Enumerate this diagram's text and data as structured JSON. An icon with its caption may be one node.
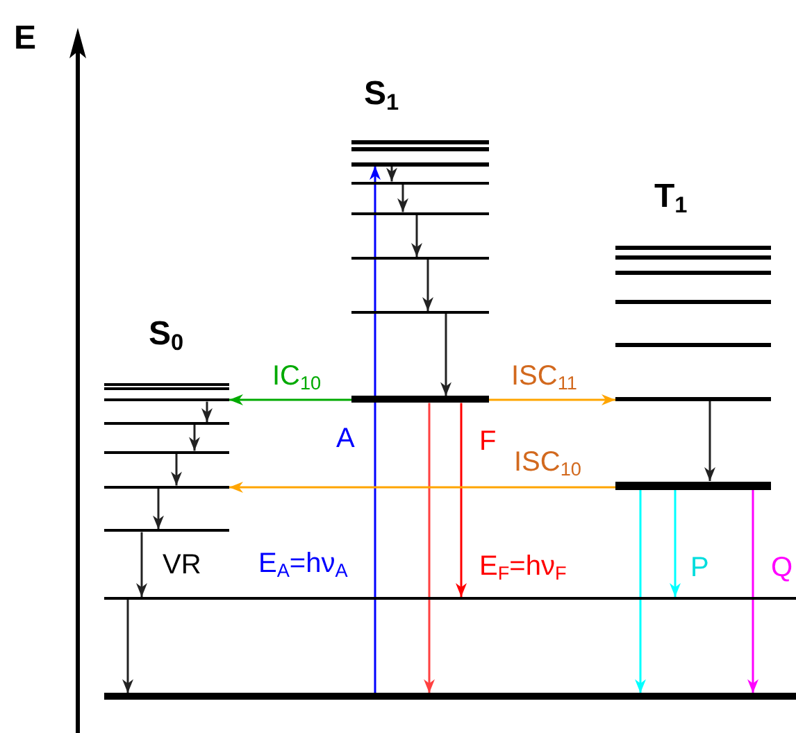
{
  "diagram": {
    "nodes": [
      {
        "text": [],
        "shape": "bar"
      },
      {
        "text": [],
        "shape": "bar"
      },
      {
        "text": [],
        "shape": "bar"
      },
      {
        "text": [],
        "shape": "bar"
      },
      {
        "text": [],
        "shape": "bar"
      },
      {
        "text": [],
        "shape": "bar"
      },
      {
        "text": [],
        "shape": "bar"
      },
      {
        "text": [],
        "shape": "bar"
      },
      {
        "text": [],
        "shape": "bar"
      },
      {
        "text": [],
        "shape": "bar"
      },
      {
        "text": [],
        "shape": "bar"
      },
      {
        "text": [],
        "shape": "bar"
      },
      {
        "text": [],
        "shape": "bar"
      },
      {
        "text": [],
        "shape": "bar"
      },
      {
        "text": [],
        "shape": "bar"
      },
      {
        "text": [],
        "shape": "bar"
      },
      {
        "text": [],
        "shape": "bar"
      },
      {
        "text": [],
        "shape": "bar"
      },
      {
        "text": [],
        "shape": "bar"
      },
      {
        "text": [],
        "shape": "bar"
      },
      {
        "text": [],
        "shape": "bar"
      },
      {
        "text": [],
        "shape": "bar"
      },
      {
        "text": [],
        "shape": "bar"
      },
      {
        "text": [],
        "shape": "bar"
      }
    ],
    "edges": [
      {
        "from": 23,
        "to": 2,
        "arrow": "to",
        "color": "#0000ff"
      },
      {
        "from": 2,
        "to": 3,
        "arrow": "to"
      },
      {
        "from": 3,
        "to": 4,
        "arrow": "to"
      },
      {
        "from": 4,
        "to": 5,
        "arrow": "to"
      },
      {
        "from": 5,
        "to": 6,
        "arrow": "to"
      },
      {
        "from": 6,
        "to": 7,
        "arrow": "to"
      },
      {
        "from": 7,
        "to": 23,
        "arrow": "to",
        "color": "#ff4040"
      },
      {
        "from": 7,
        "to": 22,
        "arrow": "to",
        "color": "#ff0000"
      },
      {
        "from": 7,
        "to": 17,
        "arrow": "to",
        "color": "#00aa00"
      },
      {
        "from": 7,
        "to": 13,
        "arrow": "to",
        "color": "#ffa500"
      },
      {
        "from": 13,
        "to": 14,
        "arrow": "to"
      },
      {
        "from": 14,
        "to": 20,
        "arrow": "to",
        "color": "#ffa500"
      },
      {
        "from": 14,
        "to": 23,
        "arrow": "to",
        "color": "#00ffff"
      },
      {
        "from": 14,
        "to": 22,
        "arrow": "to",
        "color": "#00ffff"
      },
      {
        "from": 14,
        "to": 23,
        "arrow": "to",
        "color": "#ff00ff"
      },
      {
        "from": 17,
        "to": 18,
        "arrow": "to"
      },
      {
        "from": 18,
        "to": 19,
        "arrow": "to"
      },
      {
        "from": 19,
        "to": 20,
        "arrow": "to"
      },
      {
        "from": 20,
        "to": 21,
        "arrow": "to"
      },
      {
        "from": 21,
        "to": 22,
        "arrow": "to"
      },
      {
        "from": 22,
        "to": 23,
        "arrow": "to"
      }
    ],
    "labels": [
      "E",
      "S$_{1}$",
      "T$_{1}$",
      "S$_{0}$",
      "IC$_{10}$",
      "ISC$_{11}$",
      "A",
      "F",
      "ISC$_{10}$",
      "VR",
      "E$_{A}$=hν$_{A}$",
      "E$_{F}$=hν$_{F}$",
      "P",
      "Q"
    ]
  }
}
